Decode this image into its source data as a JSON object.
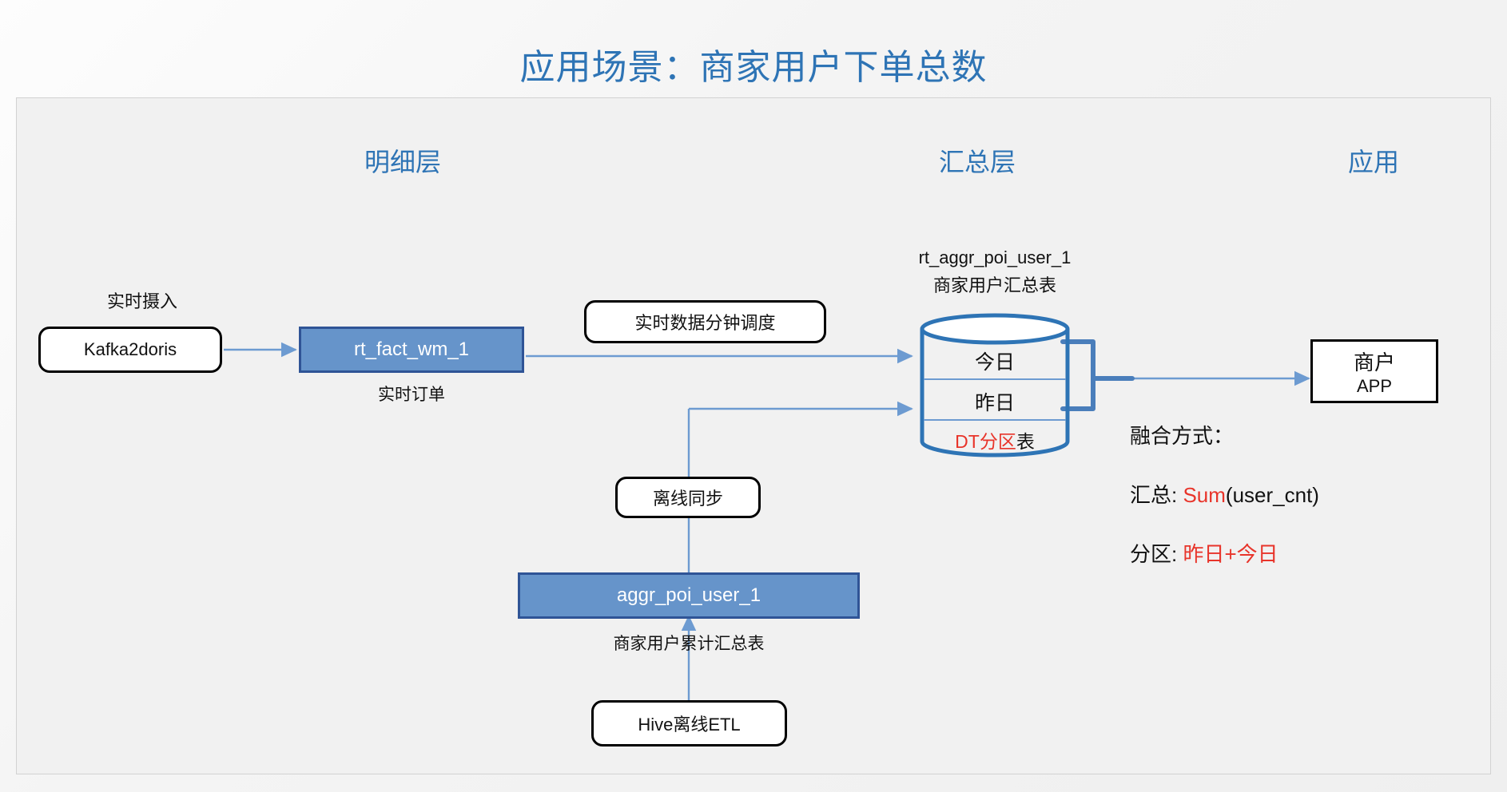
{
  "slide": {
    "title": "应用场景：商家用户下单总数",
    "title_color": "#2E74B5",
    "panel_bg": "#f1f1f1",
    "accent_blue": "#6694CA",
    "accent_border": "#2F5496",
    "red": "#E8342A"
  },
  "columns": [
    {
      "label": "明细层"
    },
    {
      "label": "汇总层"
    },
    {
      "label": "应用"
    }
  ],
  "nodes": {
    "kafka": {
      "label": "Kafka2doris",
      "caption_above": "实时摄入"
    },
    "rt_fact": {
      "label": "rt_fact_wm_1",
      "caption_below": "实时订单"
    },
    "minute_schedule": {
      "label": "实时数据分钟调度"
    },
    "offline_sync": {
      "label": "离线同步"
    },
    "aggr_poi_user": {
      "label": "aggr_poi_user_1",
      "caption_below": "商家用户累计汇总表"
    },
    "hive_etl": {
      "label": "Hive离线ETL"
    },
    "merchant_app": {
      "line1": "商户",
      "line2": "APP"
    }
  },
  "cylinder": {
    "caption_line1": "rt_aggr_poi_user_1",
    "caption_line2": "商家用户汇总表",
    "rows": [
      {
        "label": "今日"
      },
      {
        "label": "昨日"
      }
    ],
    "footer_red": "DT分区",
    "footer_black": "表"
  },
  "notes": {
    "heading": "融合方式：",
    "line2_prefix": "汇总: ",
    "line2_red": "Sum",
    "line2_suffix": "(user_cnt)",
    "line3_prefix": "分区: ",
    "line3_red": "昨日+今日"
  }
}
